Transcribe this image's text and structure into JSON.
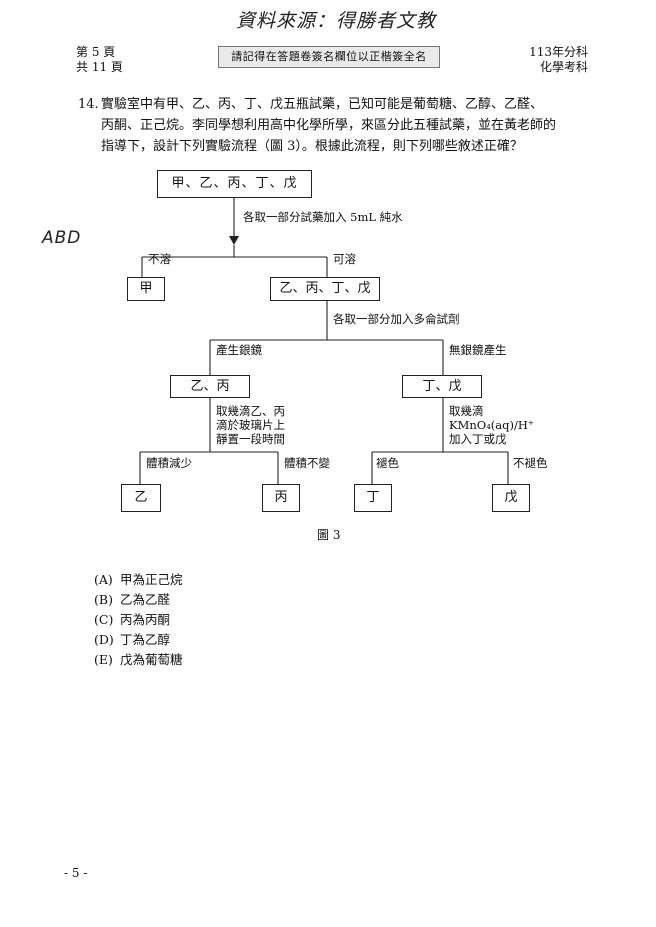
{
  "handwriting": {
    "source_note": "資料來源：得勝者文教",
    "answer": "ABD"
  },
  "header": {
    "page_line": "第 5 頁",
    "total_line": "共 11 頁",
    "notice": "請記得在答題卷簽名欄位以正楷簽全名",
    "exam_line": "113年分科",
    "subject_line": "化學考科"
  },
  "question": {
    "number": "14.",
    "lines": [
      "實驗室中有甲、乙、丙、丁、戊五瓶試藥，已知可能是葡萄糖、乙醇、乙醛、",
      "丙酮、正己烷。李同學想利用高中化學所學，來區分此五種試藥，並在黃老師的",
      "指導下，設計下列實驗流程（圖 3）。根據此流程，則下列哪些敘述正確？"
    ]
  },
  "flowchart": {
    "top_box": "甲、乙、丙、丁、戊",
    "step1": "各取一部分試藥加入 5mL 純水",
    "insoluble": "不溶",
    "soluble": "可溶",
    "box_a": "甲",
    "box_mid": "乙、丙、丁、戊",
    "step2": "各取一部分加入多侖試劑",
    "silver_yes": "產生銀鏡",
    "silver_no": "無銀鏡產生",
    "box_bc": "乙、丙",
    "box_de": "丁、戊",
    "step3_lines": [
      "取幾滴乙、丙",
      "滴於玻璃片上",
      "靜置一段時間"
    ],
    "step4_lines": [
      "取幾滴",
      "KMnO₄(aq)/H⁺",
      "加入丁或戊"
    ],
    "vol_less": "體積減少",
    "vol_same": "體積不變",
    "fade": "褪色",
    "no_fade": "不褪色",
    "box_b": "乙",
    "box_c": "丙",
    "box_d": "丁",
    "box_e": "戊",
    "caption": "圖 3"
  },
  "options": [
    {
      "key": "(A)",
      "text": "甲為正己烷"
    },
    {
      "key": "(B)",
      "text": "乙為乙醛"
    },
    {
      "key": "(C)",
      "text": "丙為丙酮"
    },
    {
      "key": "(D)",
      "text": "丁為乙醇"
    },
    {
      "key": "(E)",
      "text": "戊為葡萄糖"
    }
  ],
  "footer": {
    "page_number": "- 5 -"
  }
}
